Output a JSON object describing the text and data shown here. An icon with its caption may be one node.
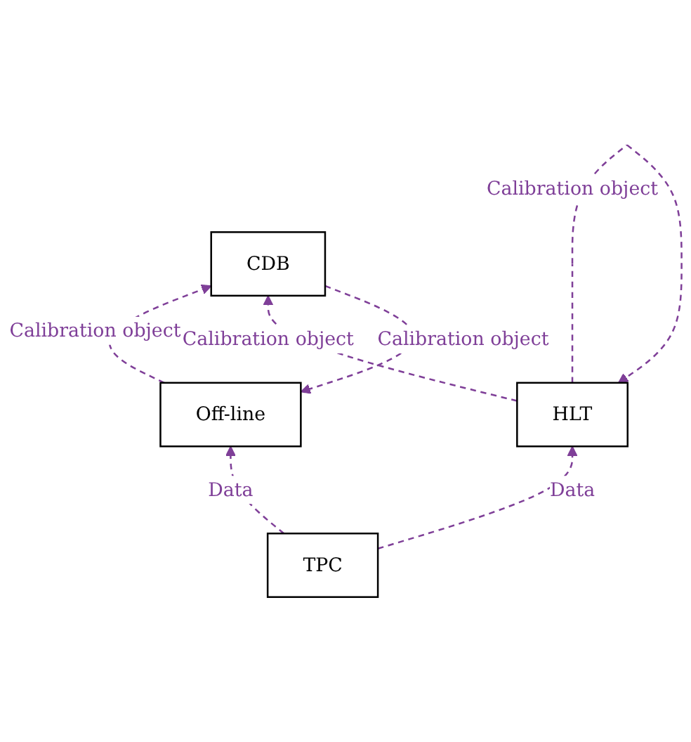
{
  "diagram": {
    "nodes": [
      {
        "text": [
          "Off-line"
        ]
      },
      {
        "text": [
          "CDB"
        ]
      },
      {
        "text": [
          "HLT"
        ]
      },
      {
        "text": [
          "TPC"
        ]
      }
    ],
    "edges": [
      {
        "from": 0,
        "to": 1,
        "arrow": "to",
        "label": "Calibration object",
        "style": "dashed",
        "color": "#7f3f98"
      },
      {
        "from": 1,
        "to": 0,
        "arrow": "to",
        "label": "Calibration object",
        "style": "dashed",
        "color": "#7f3f98"
      },
      {
        "from": 2,
        "to": 1,
        "arrow": "to",
        "label": "Calibration object",
        "style": "dashed",
        "color": "#7f3f98"
      },
      {
        "from": 2,
        "to": 2,
        "arrow": "to",
        "label": "Calibration object",
        "style": "dashed",
        "color": "#7f3f98"
      },
      {
        "from": 3,
        "to": 2,
        "arrow": "to",
        "label": "Data",
        "style": "dashed",
        "color": "#7f3f98"
      },
      {
        "from": 3,
        "to": 0,
        "arrow": "to",
        "label": "Data",
        "style": "dashed",
        "color": "#7f3f98"
      }
    ]
  }
}
